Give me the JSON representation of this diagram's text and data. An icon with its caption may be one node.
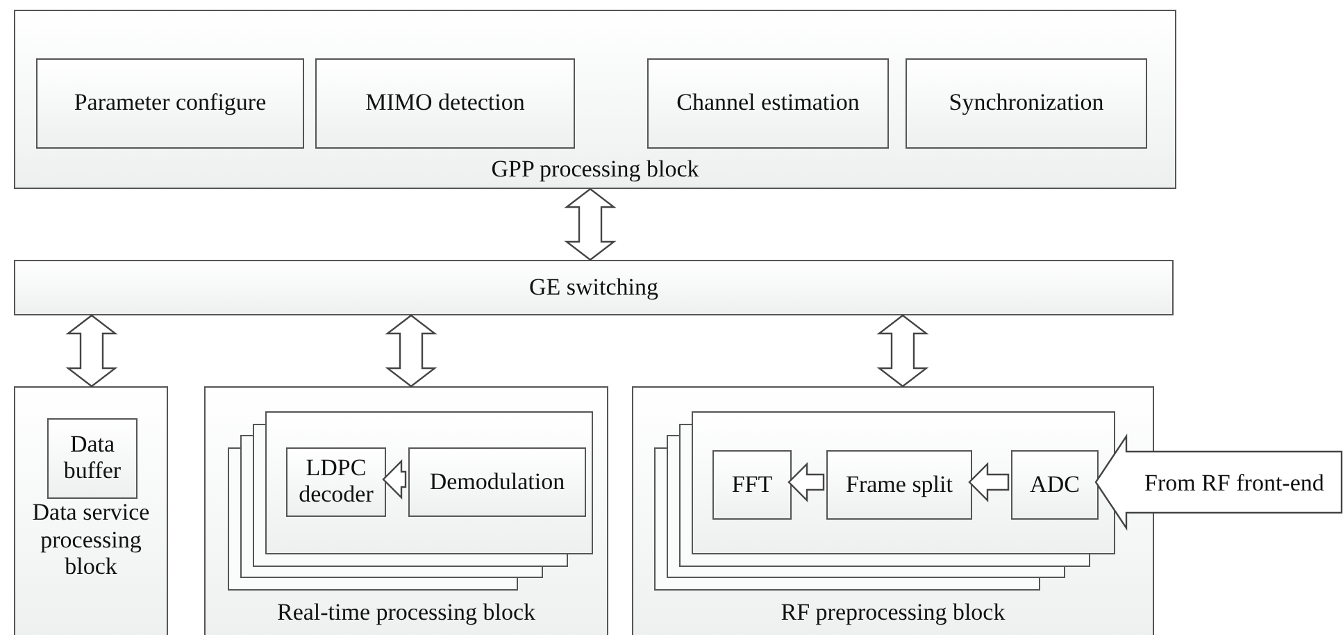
{
  "diagram": {
    "nodes": [
      {
        "text": [
          "GPP processing block"
        ]
      },
      {
        "text": [
          "Parameter configure"
        ],
        "in": 0
      },
      {
        "text": [
          "MIMO detection"
        ],
        "in": 0
      },
      {
        "text": [
          "Channel estimation"
        ],
        "in": 0
      },
      {
        "text": [
          "Synchronization"
        ],
        "in": 0
      },
      {
        "text": [
          "GE switching"
        ]
      },
      {
        "text": [
          "Data service processing block"
        ]
      },
      {
        "text": [
          "Data buffer"
        ],
        "in": 6
      },
      {
        "text": [
          "Real-time processing block"
        ]
      },
      {
        "text": [],
        "shape": "box",
        "in": 8
      },
      {
        "text": [
          "LDPC decoder"
        ],
        "in": 9
      },
      {
        "text": [
          "Demodulation"
        ],
        "in": 9
      },
      {
        "text": [
          "RF preprocessing block"
        ]
      },
      {
        "text": [],
        "shape": "box",
        "in": 12
      },
      {
        "text": [
          "FFT"
        ],
        "in": 13
      },
      {
        "text": [
          "Frame split"
        ],
        "in": 13
      },
      {
        "text": [
          "ADC"
        ],
        "in": 13
      }
    ],
    "edges": [
      {
        "from": 0,
        "to": 5,
        "arrow": "both"
      },
      {
        "from": 5,
        "to": 6,
        "arrow": "both"
      },
      {
        "from": 5,
        "to": 8,
        "arrow": "both"
      },
      {
        "from": 5,
        "to": 12,
        "arrow": "both"
      },
      {
        "from": 11,
        "to": 10,
        "arrow": "to"
      },
      {
        "from": 15,
        "to": 14,
        "arrow": "to"
      },
      {
        "from": 16,
        "to": 15,
        "arrow": "to"
      },
      {
        "from": null,
        "to": 16,
        "arrow": "to",
        "label": "From RF front-end"
      }
    ]
  }
}
